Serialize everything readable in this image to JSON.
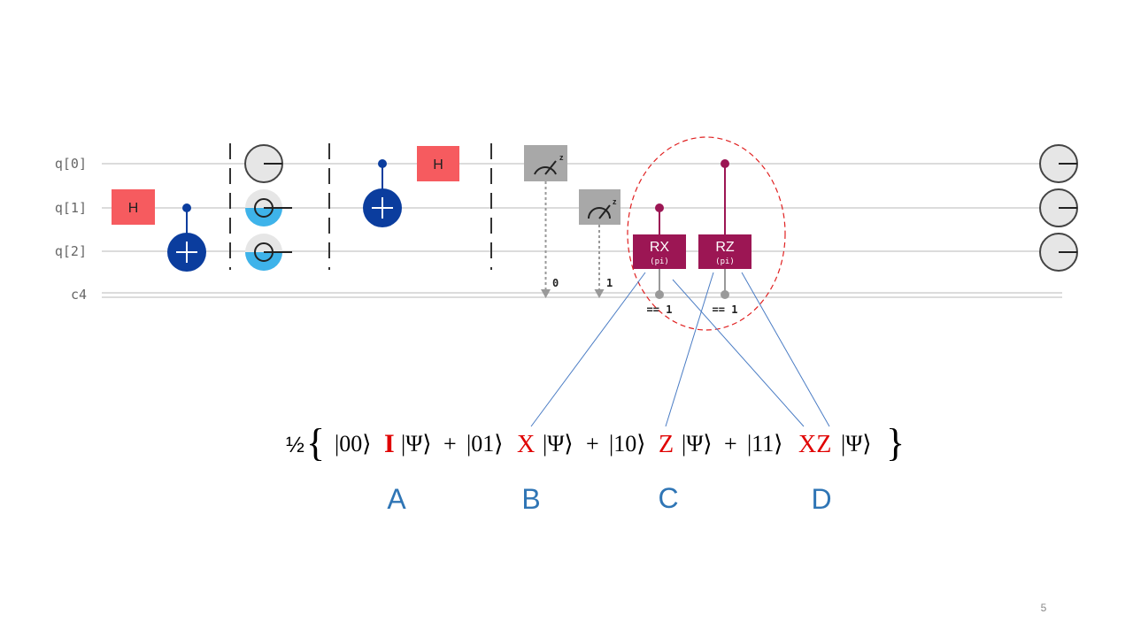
{
  "circuit": {
    "qubit_labels": [
      "q[0]",
      "q[1]",
      "q[2]"
    ],
    "classical_label": "c4",
    "gates": {
      "h_label": "H",
      "rx_label": "RX",
      "rx_param": "(pi)",
      "rz_label": "RZ",
      "rz_param": "(pi)",
      "measure_basis": "z"
    },
    "measure_bits": [
      "0",
      "1"
    ],
    "conditions": [
      "== 1",
      "== 1"
    ]
  },
  "equation": {
    "prefix": "½",
    "terms": [
      {
        "ket": "|00⟩",
        "op": "I",
        "state": "|Ψ⟩"
      },
      {
        "ket": "|01⟩",
        "op": "X",
        "state": "|Ψ⟩"
      },
      {
        "ket": "|10⟩",
        "op": "Z",
        "state": "|Ψ⟩"
      },
      {
        "ket": "|11⟩",
        "op": "XZ",
        "state": "|Ψ⟩"
      }
    ],
    "plus": "+"
  },
  "labels": [
    "A",
    "B",
    "C",
    "D"
  ],
  "page_number": "5",
  "colors": {
    "h_gate": "#f65b5f",
    "cnot": "#0b3d9e",
    "controlled_rotation": "#9c1654",
    "measure": "#a8a8a8",
    "state_blue": "#3eb3ea",
    "highlight_ellipse": "#e02020",
    "connector": "#4a7cc4",
    "label_blue": "#2f75b5",
    "operator_red": "#e00000"
  }
}
